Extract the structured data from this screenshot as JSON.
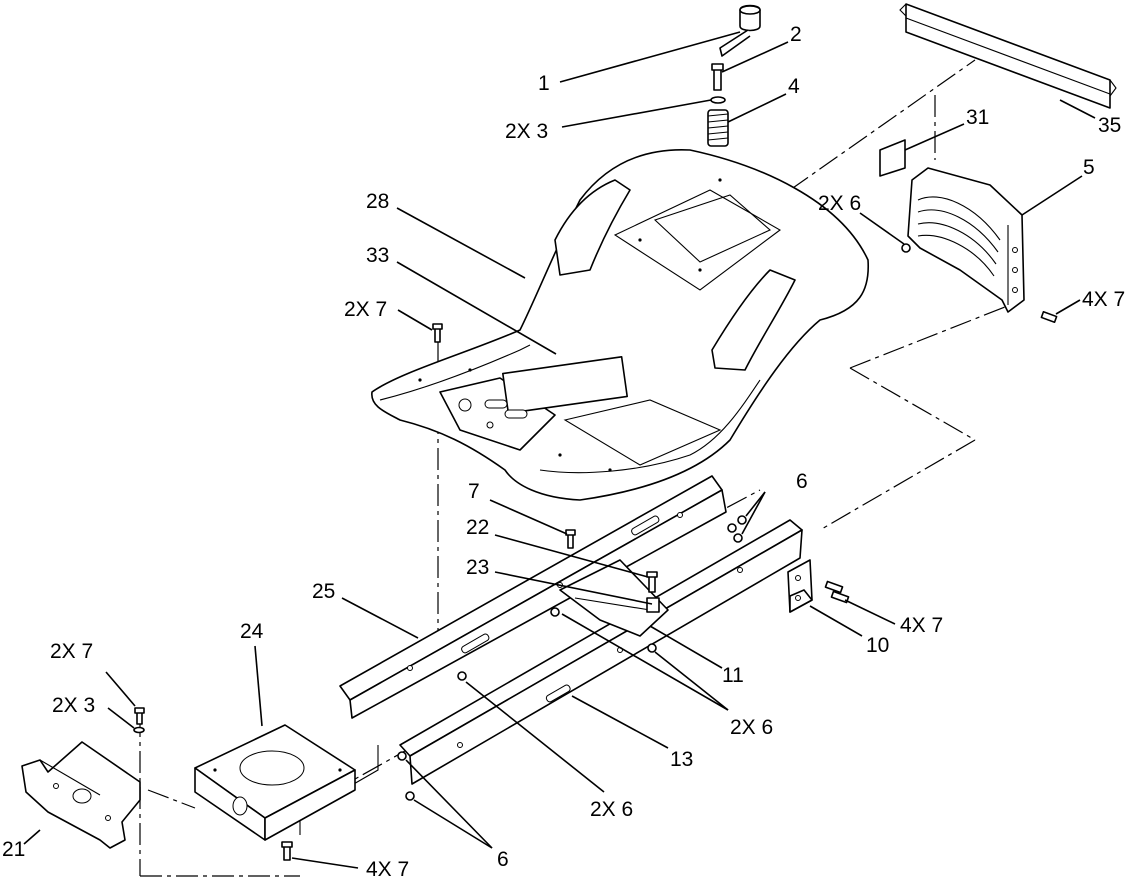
{
  "callouts": [
    {
      "id": "c1",
      "text": "1"
    },
    {
      "id": "c2",
      "text": "2"
    },
    {
      "id": "c3",
      "text": "2X 3"
    },
    {
      "id": "c4",
      "text": "4"
    },
    {
      "id": "c35",
      "text": "35"
    },
    {
      "id": "c31",
      "text": "31"
    },
    {
      "id": "c5",
      "text": "5"
    },
    {
      "id": "c6a",
      "text": "2X 6"
    },
    {
      "id": "c7a",
      "text": "4X 7"
    },
    {
      "id": "c28",
      "text": "28"
    },
    {
      "id": "c33",
      "text": "33"
    },
    {
      "id": "c7b",
      "text": "2X 7"
    },
    {
      "id": "c7c",
      "text": "7"
    },
    {
      "id": "c6b",
      "text": "6"
    },
    {
      "id": "c22",
      "text": "22"
    },
    {
      "id": "c23",
      "text": "23"
    },
    {
      "id": "c25",
      "text": "25"
    },
    {
      "id": "c7d",
      "text": "4X 7"
    },
    {
      "id": "c10",
      "text": "10"
    },
    {
      "id": "c24",
      "text": "24"
    },
    {
      "id": "c11",
      "text": "11"
    },
    {
      "id": "c6c",
      "text": "2X 6"
    },
    {
      "id": "c7e",
      "text": "2X 7"
    },
    {
      "id": "c3b",
      "text": "2X 3"
    },
    {
      "id": "c13",
      "text": "13"
    },
    {
      "id": "c6d",
      "text": "2X 6"
    },
    {
      "id": "c21",
      "text": "21"
    },
    {
      "id": "c7f",
      "text": "4X 7"
    },
    {
      "id": "c6e",
      "text": "6"
    }
  ]
}
